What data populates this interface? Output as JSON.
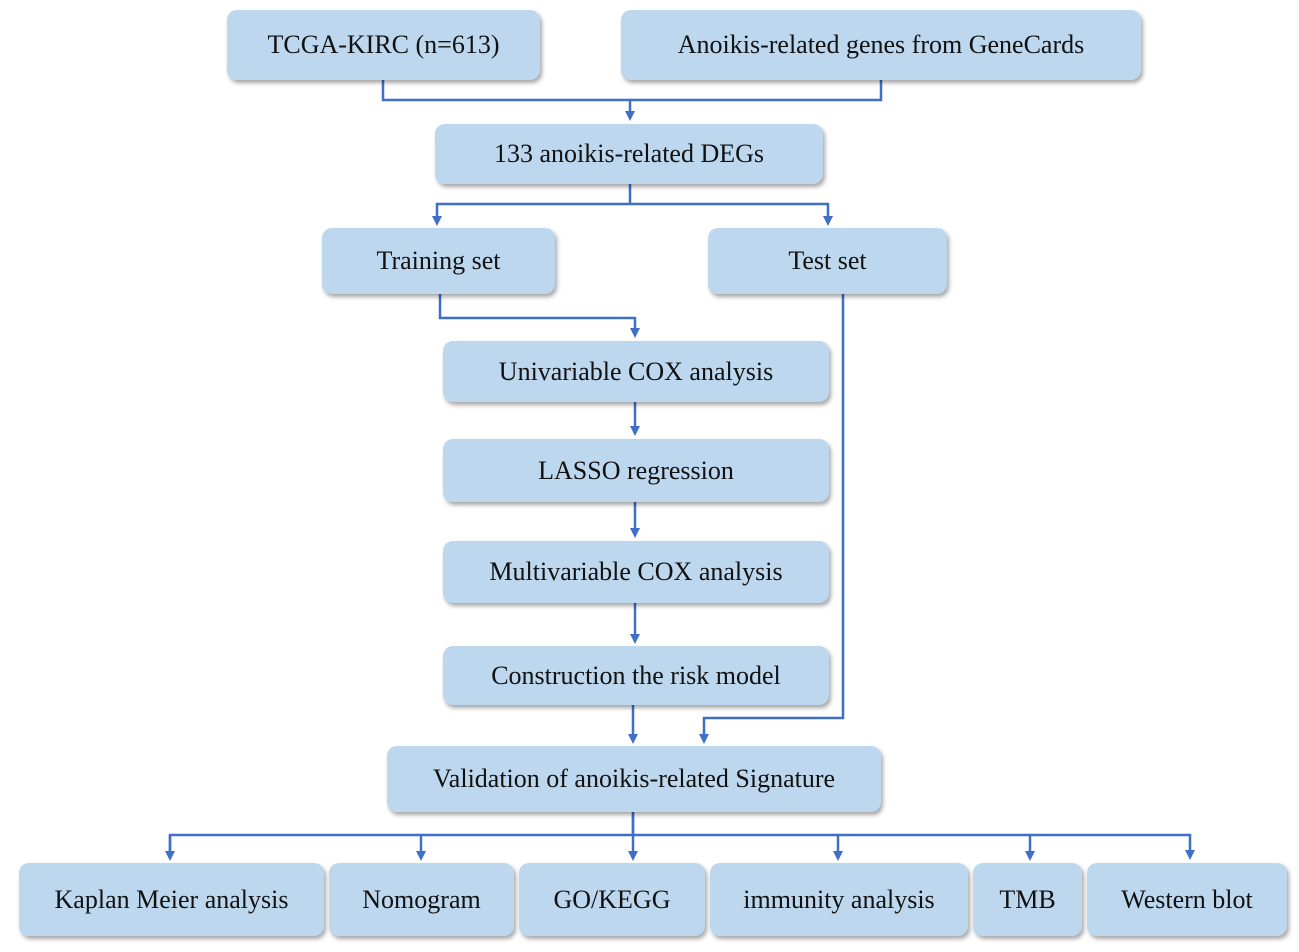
{
  "colors": {
    "box_fill": "#bdd7ee",
    "arrow": "#3f6fc6"
  },
  "nodes": {
    "tcga": "TCGA-KIRC (n=613)",
    "genecards": "Anoikis-related genes from GeneCards",
    "degs": "133 anoikis-related DEGs",
    "training": "Training set",
    "test": "Test set",
    "univariable": "Univariable COX analysis",
    "lasso": "LASSO regression",
    "multivariable": "Multivariable COX analysis",
    "construction": "Construction the risk model",
    "validation": "Validation of anoikis-related Signature",
    "kaplan": "Kaplan Meier analysis",
    "nomogram": "Nomogram",
    "gokegg": "GO/KEGG",
    "immunity": "immunity analysis",
    "tmb": "TMB",
    "western": "Western blot"
  }
}
